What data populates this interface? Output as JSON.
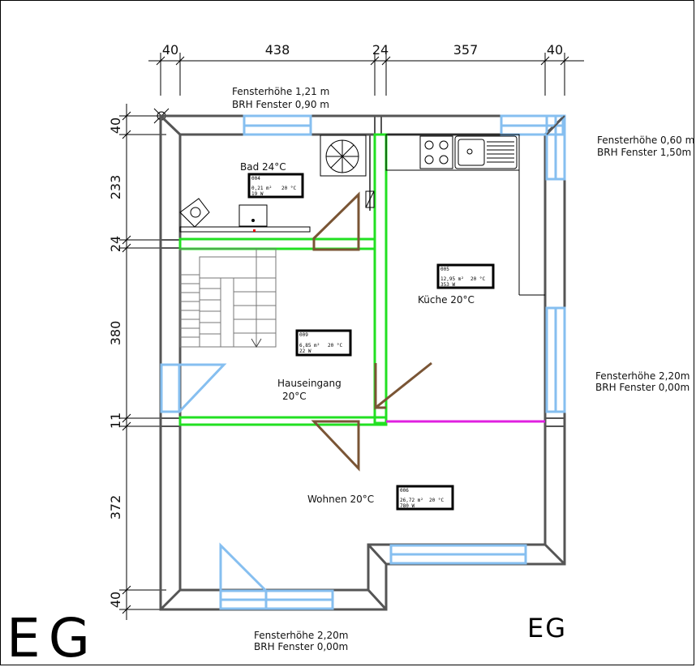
{
  "dimensions": {
    "horizontal": [
      "40",
      "438",
      "24",
      "357",
      "40"
    ],
    "vertical": [
      "40",
      "233",
      "24",
      "380",
      "11",
      "372",
      "40"
    ]
  },
  "window_notes": {
    "top": {
      "line1": "Fensterhöhe 1,21 m",
      "line2": "BRH Fenster 0,90 m"
    },
    "right_top": {
      "line1": "Fensterhöhe 0,60 m",
      "line2": "BRH Fenster 1,50m"
    },
    "right_mid": {
      "line1": "Fensterhöhe 2,20m",
      "line2": "BRH Fenster 0,00m"
    },
    "bottom": {
      "line1": "Fensterhöhe 2,20m",
      "line2": "BRH Fenster 0,00m"
    }
  },
  "rooms": {
    "bad": {
      "name": "Bad 24°C",
      "tag_id": "004",
      "tag_area": "0,21 m²",
      "tag_temp": "20 °C",
      "tag_power": "19 W"
    },
    "kueche": {
      "name": "Küche 20°C",
      "tag_id": "005",
      "tag_area": "12,95 m²",
      "tag_temp": "20 °C",
      "tag_power": "353 W"
    },
    "hauseingang": {
      "name": "Hauseingang",
      "name2": "20°C",
      "tag_id": "009",
      "tag_area": "6,85 m²",
      "tag_temp": "20 °C",
      "tag_power": "22 W"
    },
    "wohnen": {
      "name": "Wohnen 20°C",
      "tag_id": "006",
      "tag_area": "26,72 m²",
      "tag_temp": "20 °C",
      "tag_power": "780 W"
    }
  },
  "floor_label": "EG",
  "colors": {
    "wall": "#555555",
    "window": "#86bff0",
    "door": "#7a5535",
    "new_wall": "#22e022",
    "boundary": "#e020e0",
    "dim": "#000000"
  }
}
